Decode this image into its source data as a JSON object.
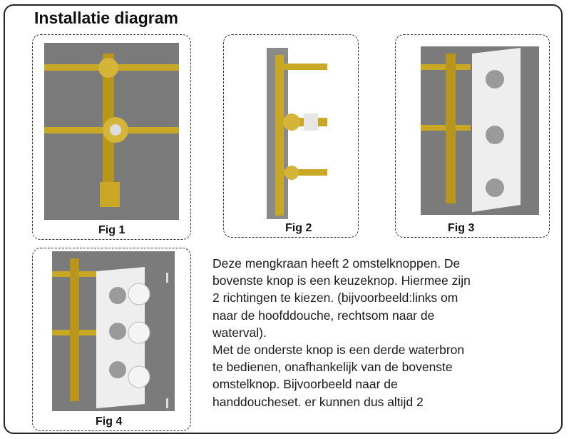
{
  "title": "Installatie diagram",
  "figures": [
    {
      "label": "Fig 1"
    },
    {
      "label": "Fig 2"
    },
    {
      "label": "Fig 3"
    },
    {
      "label": "Fig 4"
    }
  ],
  "description": {
    "lines": [
      "Deze mengkraan heeft 2 omstelknoppen. De",
      "bovenste knop is een keuzeknop. Hiermee zijn",
      "2 richtingen te kiezen. (bijvoorbeeld:links om",
      "naar de hoofddouche, rechtsom naar de",
      "waterval).",
      "Met de onderste knop is een derde waterbron",
      "te bedienen, onafhankelijk van de bovenste",
      "omstelknop. Bijvoorbeeld naar de",
      "handdoucheset. er kunnen dus altijd 2"
    ]
  },
  "colors": {
    "pipe": "#c9a826",
    "wall": "#7b7b7b",
    "plate": "#eeeeee"
  }
}
